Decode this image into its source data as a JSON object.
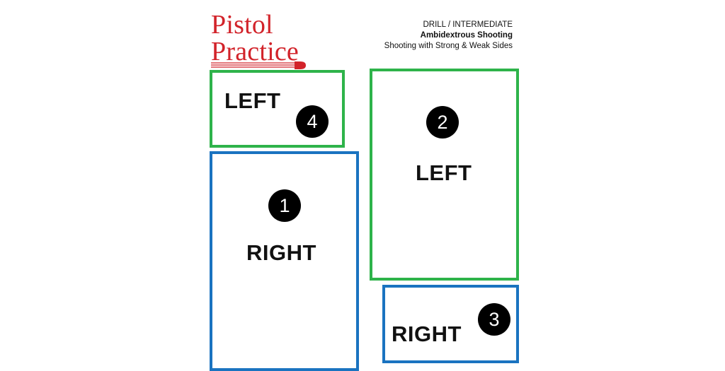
{
  "brand": {
    "line1": "Pistol",
    "line2": "Practice",
    "accent_color": "#d2232a"
  },
  "header": {
    "category": "DRILL / INTERMEDIATE",
    "title": "Ambidextrous Shooting",
    "subtitle": "Shooting with Strong & Weak Sides"
  },
  "colors": {
    "left_target_border": "#2eb34a",
    "right_target_border": "#1a73c0",
    "badge_fill": "#000000"
  },
  "targets": [
    {
      "order": "1",
      "side": "RIGHT",
      "border": "blue"
    },
    {
      "order": "2",
      "side": "LEFT",
      "border": "green"
    },
    {
      "order": "3",
      "side": "RIGHT",
      "border": "blue"
    },
    {
      "order": "4",
      "side": "LEFT",
      "border": "green"
    }
  ]
}
